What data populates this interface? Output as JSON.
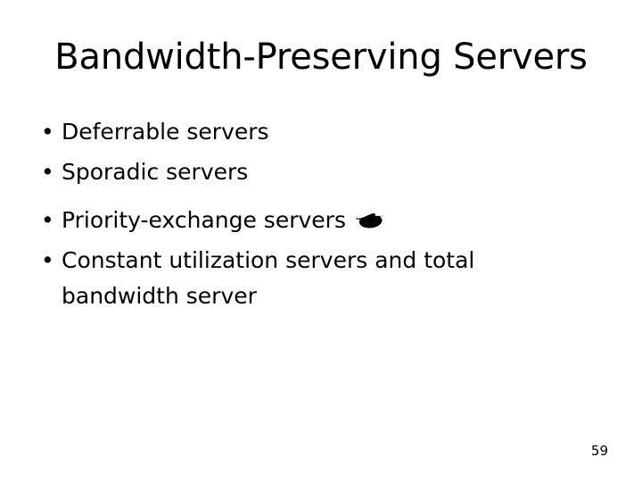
{
  "slide": {
    "title": "Bandwidth-Preserving Servers",
    "page_number": "59",
    "background_color": "#ffffff",
    "text_color": "#000000",
    "bullet_marker": "•",
    "bullets": [
      {
        "text": "Deferrable servers",
        "icon": null
      },
      {
        "text": "Sporadic servers",
        "icon": null
      },
      {
        "text": "Priority-exchange servers",
        "icon": "pointing-hand-left-icon"
      },
      {
        "text": "Constant utilization servers and total bandwidth server",
        "icon": null
      }
    ]
  }
}
